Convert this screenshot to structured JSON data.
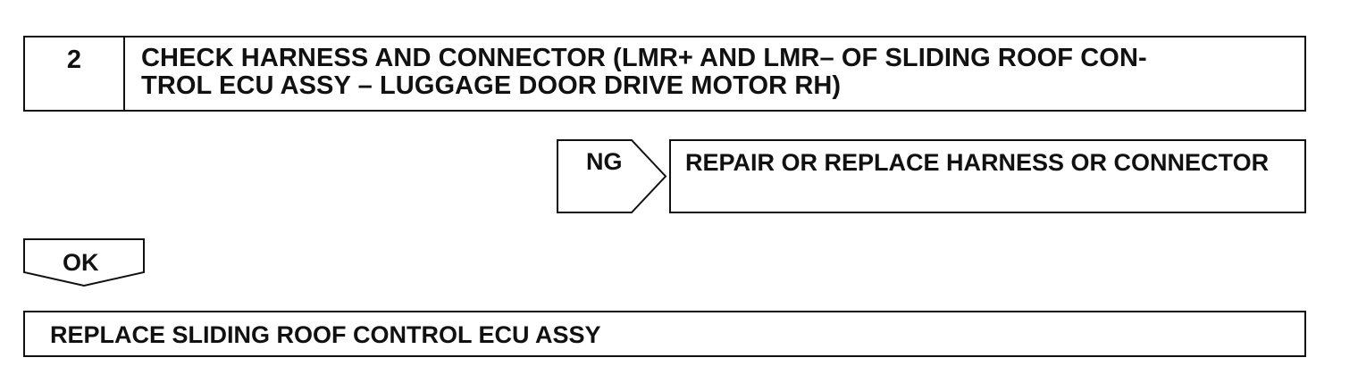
{
  "step": {
    "number": "2",
    "title": "CHECK HARNESS AND CONNECTOR (LMR+ AND LMR– OF SLIDING ROOF CONTROL ECU ASSY – LUGGAGE DOOR DRIVE MOTOR RH)"
  },
  "ng_branch": {
    "label": "NG",
    "result": "REPAIR OR REPLACE HARNESS OR CONNECTOR"
  },
  "ok_branch": {
    "label": "OK",
    "result": "REPLACE SLIDING ROOF CONTROL ECU ASSY"
  }
}
